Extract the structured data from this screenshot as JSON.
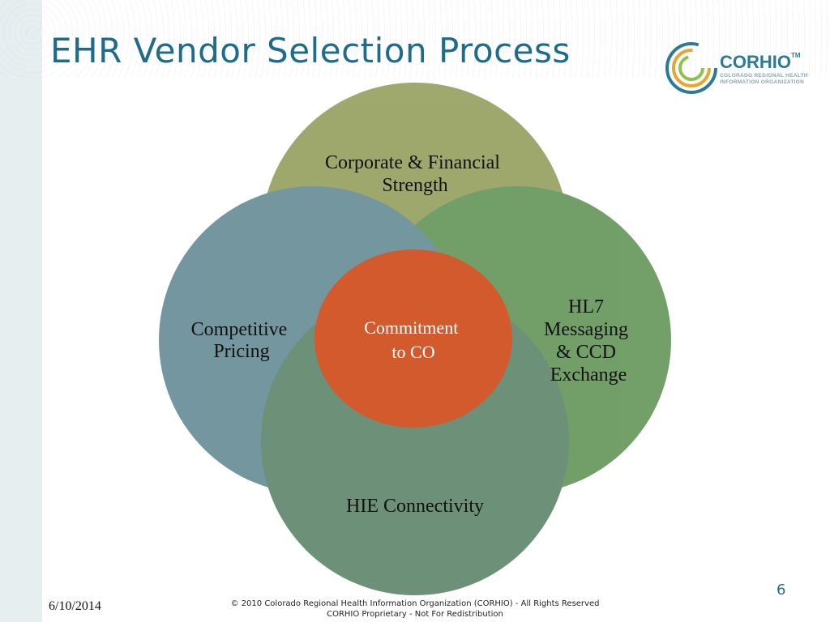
{
  "slide": {
    "title": "EHR Vendor Selection Process",
    "page_number": "6",
    "date": "6/10/2014",
    "footer_line1": "© 2010 Colorado Regional Health Information Organization (CORHIO) - All Rights Reserved",
    "footer_line2": "CORHIO Proprietary - Not For Redistribution"
  },
  "logo": {
    "name": "CORHIO",
    "tm": "TM",
    "sub_line1": "COLORADO REGIONAL HEALTH",
    "sub_line2": "INFORMATION ORGANIZATION",
    "icon": "corhio-rings-icon"
  },
  "diagram": {
    "center": {
      "line1": "Commitment",
      "line2": "to CO",
      "color": "#d35a2c"
    },
    "petals": {
      "top": {
        "line1": "Corporate & Financial",
        "line2": "Strength",
        "color": "#8f9a55"
      },
      "right": {
        "line1": "HL7",
        "line2": "Messaging",
        "line3": "& CCD",
        "line4": "Exchange",
        "color": "#5c8f4f"
      },
      "bottom": {
        "line1": "HIE Connectivity",
        "color": "#547f62"
      },
      "left": {
        "line1": "Competitive",
        "line2": "Pricing",
        "color": "#5d8590"
      }
    }
  }
}
